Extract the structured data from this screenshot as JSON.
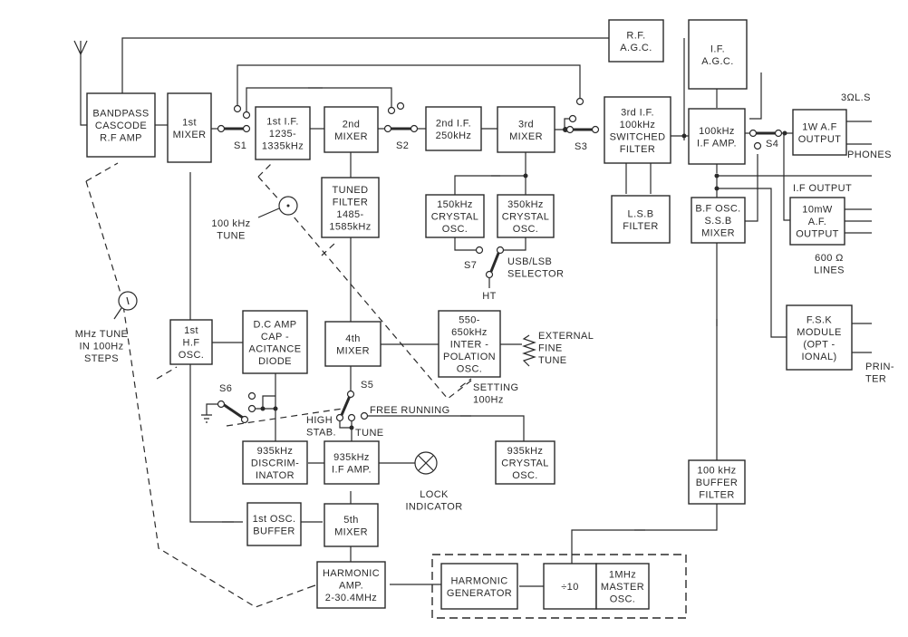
{
  "title": "Communications receiver block diagram",
  "blocks": {
    "rf_amp": [
      "BANDPASS",
      "CASCODE",
      "R.F AMP"
    ],
    "mixer1": [
      "1st",
      "MIXER"
    ],
    "if1": [
      "1st I.F.",
      "1235-",
      "1335kHz"
    ],
    "mixer2": [
      "2nd",
      "MIXER"
    ],
    "if2": [
      "2nd I.F.",
      "250kHz"
    ],
    "mixer3": [
      "3rd",
      "MIXER"
    ],
    "if3": [
      "3rd I.F.",
      "100kHz",
      "SWITCHED",
      "FILTER"
    ],
    "rf_agc": [
      "R.F.",
      "A.G.C."
    ],
    "if_agc": [
      "I.F.",
      "A.G.C."
    ],
    "if_amp": [
      "100kHz",
      "I.F AMP."
    ],
    "af1w": [
      "1W A.F",
      "OUTPUT"
    ],
    "lsb_filter": [
      "L.S.B",
      "FILTER"
    ],
    "bfo": [
      "B.F OSC.",
      "S.S.B",
      "MIXER"
    ],
    "af10mw": [
      "10mW",
      "A.F.",
      "OUTPUT"
    ],
    "fsk": [
      "F.S.K",
      "MODULE",
      "(OPT -",
      "IONAL)"
    ],
    "tuned_filter": [
      "TUNED",
      "FILTER",
      "1485-",
      "1585kHz"
    ],
    "osc150": [
      "150kHz",
      "CRYSTAL",
      "OSC."
    ],
    "osc350": [
      "350kHz",
      "CRYSTAL",
      "OSC."
    ],
    "hf_osc": [
      "1st",
      "H.F",
      "OSC."
    ],
    "dc_amp": [
      "D.C AMP",
      "CAP -",
      "ACITANCE",
      "DIODE"
    ],
    "mixer4": [
      "4th",
      "MIXER"
    ],
    "interp_osc": [
      "550-",
      "650kHz",
      "INTER -",
      "POLATION",
      "OSC."
    ],
    "discrim": [
      "935kHz",
      "DISCRIM-",
      "INATOR"
    ],
    "if935": [
      "935kHz",
      "I.F AMP."
    ],
    "osc935": [
      "935kHz",
      "CRYSTAL",
      "OSC."
    ],
    "osc_buffer": [
      "1st OSC.",
      "BUFFER"
    ],
    "mixer5": [
      "5th",
      "MIXER"
    ],
    "harm_amp": [
      "HARMONIC",
      "AMP.",
      "2-30.4MHz"
    ],
    "harm_gen": [
      "HARMONIC",
      "GENERATOR"
    ],
    "divider": [
      "÷10"
    ],
    "master_osc": [
      "1MHz",
      "MASTER",
      "OSC."
    ],
    "buffer100": [
      "100 kHz",
      "BUFFER",
      "FILTER"
    ]
  },
  "labels": {
    "s1": "S1",
    "s2": "S2",
    "s3": "S3",
    "s4": "S4",
    "s5": "S5",
    "s6": "S6",
    "s7": "S7",
    "ls": "3ΩL.S",
    "phones": "PHONES",
    "if_output": "I.F OUTPUT",
    "lines": [
      "600 Ω",
      "LINES"
    ],
    "printer": [
      "PRIN-",
      "TER"
    ],
    "tune100k": [
      "100 kHz",
      "TUNE"
    ],
    "mhz_tune": [
      "MHz TUNE",
      "IN 100Hz",
      "STEPS"
    ],
    "usb_lsb": [
      "USB/LSB",
      "SELECTOR"
    ],
    "ht": "HT",
    "ext_tune": [
      "EXTERNAL",
      "FINE",
      "TUNE"
    ],
    "setting": [
      "SETTING",
      "100Hz"
    ],
    "free_running": "FREE RUNNING",
    "high_stab": [
      "HIGH",
      "STAB."
    ],
    "tune": "TUNE",
    "lock": [
      "LOCK",
      "INDICATOR"
    ]
  }
}
